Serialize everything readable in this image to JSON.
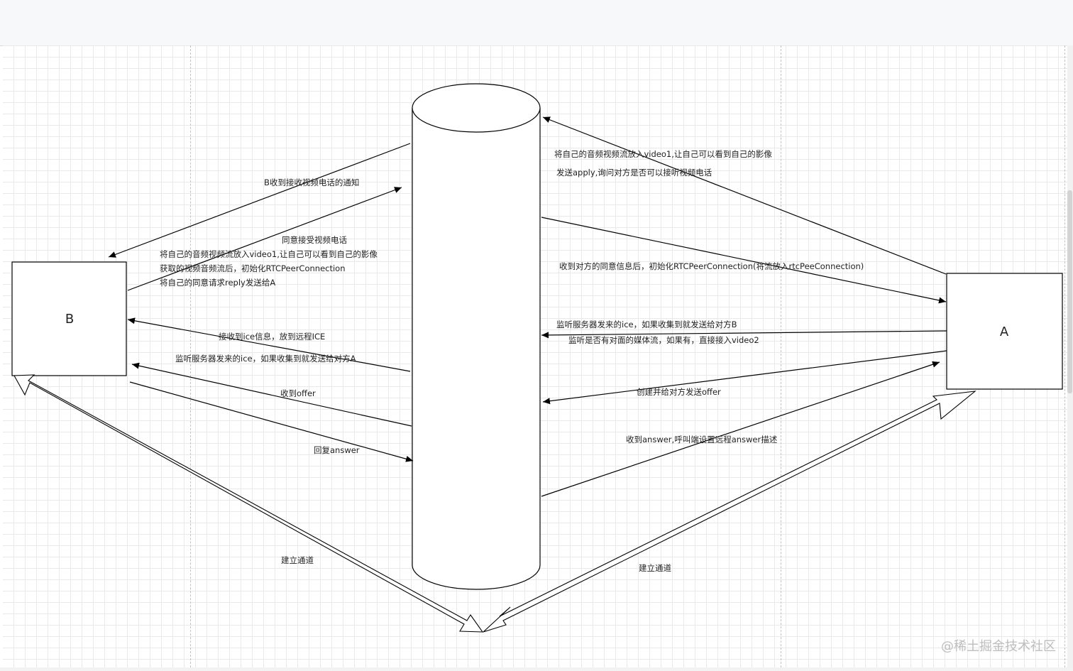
{
  "nodes": {
    "left_box": "B",
    "right_box": "A"
  },
  "labels": {
    "b_notified": "B收到接收视频电话的通知",
    "b_agree": "同意接受视频电话",
    "b_put_own_stream": "将自己的音频视频流放入video1,让自己可以看到自己的影像",
    "b_init_peer": "获取的视频音频流后，初始化RTCPeerConnection",
    "b_reply": "将自己的同意请求reply发送给A",
    "b_receive_ice": "接收到ice信息，放到远程ICE",
    "b_listen_ice": "监听服务器发来的ice，如果收集到就发送给对方A",
    "b_receive_offer": "收到offer",
    "b_reply_answer": "回复answer",
    "a_put_own_stream": "将自己的音频视频流放入video1,让自己可以看到自己的影像",
    "a_send_apply": "发送apply,询问对方是否可以接听视频电话",
    "a_on_agree": "收到对方的同意信息后，初始化RTCPeerConnection(将流放入rtcPeeConnection)",
    "a_listen_ice": "监听服务器发来的ice，如果收集到就发送给对方B",
    "a_listen_stream": "监听是否有对面的媒体流，如果有，直接接入video2",
    "a_create_offer": "创建并给对方发送offer",
    "a_on_answer": "收到answer,呼叫端设置远程answer描述",
    "left_channel": "建立通道",
    "right_channel": "建立通道"
  },
  "watermark": "@稀土掘金技术社区",
  "colors": {
    "stroke": "#000000",
    "grid": "#e9e9e9",
    "watermark": "#bdbdbd"
  }
}
